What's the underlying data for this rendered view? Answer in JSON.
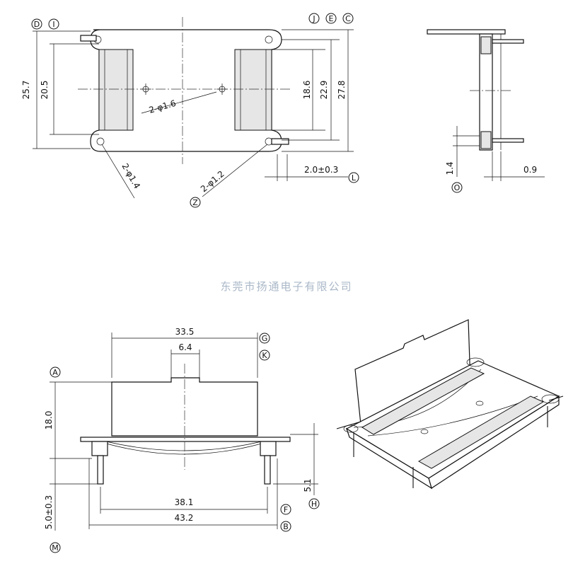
{
  "watermark": "东莞市扬通电子有限公司",
  "dims": {
    "d25_7": "25.7",
    "d20_5": "20.5",
    "d2phi16": "2-φ1.6",
    "d18_6": "18.6",
    "d22_9": "22.9",
    "d27_8": "27.8",
    "d2phi14": "2-φ1.4",
    "d2phi12": "2-φ1.2",
    "d2_0": "2.0±0.3",
    "d1_4": "1.4",
    "d0_9": "0.9",
    "d33_5": "33.5",
    "d6_4": "6.4",
    "d18_0": "18.0",
    "d38_1": "38.1",
    "d43_2": "43.2",
    "d5_1": "5.1",
    "d5_0": "5.0±0.3"
  },
  "labels": {
    "D": "D",
    "I": "I",
    "J": "J",
    "E": "E",
    "C": "C",
    "Z": "Z",
    "L": "L",
    "O": "O",
    "G": "G",
    "K": "K",
    "A": "A",
    "F": "F",
    "H": "H",
    "B": "B",
    "M": "M"
  }
}
